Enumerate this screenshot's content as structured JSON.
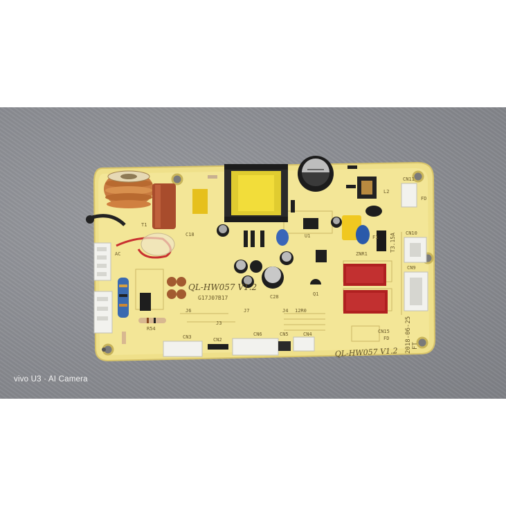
{
  "watermark": "vivo U3 · AI Camera",
  "pcb": {
    "model_main": "QL-HW057  V1.2",
    "model_bottom": "QL-HW057  V1.2",
    "batch": "G17J07B17",
    "date": "2018-06-25",
    "date_mark": "FT",
    "fuse": "T3.15A",
    "connectors": {
      "cn11": "CN11",
      "cn10": "CN10",
      "cn9": "CN9",
      "cn15": "CN15",
      "cn15_sub": "FD",
      "cn3": "CN3",
      "cn6": "CN6",
      "cn5": "CN5",
      "cn4": "CN4",
      "cn2": "CN2"
    },
    "labels": {
      "fd": "FD",
      "l2": "L2",
      "f1": "F1",
      "t1": "T1",
      "j6": "J6",
      "j3": "J3",
      "j7": "J7",
      "j4": "J4",
      "r54": "R54",
      "c18": "C18",
      "c28": "C28",
      "u1": "U1",
      "q1": "Q1",
      "znr1": "ZNR1",
      "l12m": "12R0",
      "ac": "AC"
    }
  }
}
